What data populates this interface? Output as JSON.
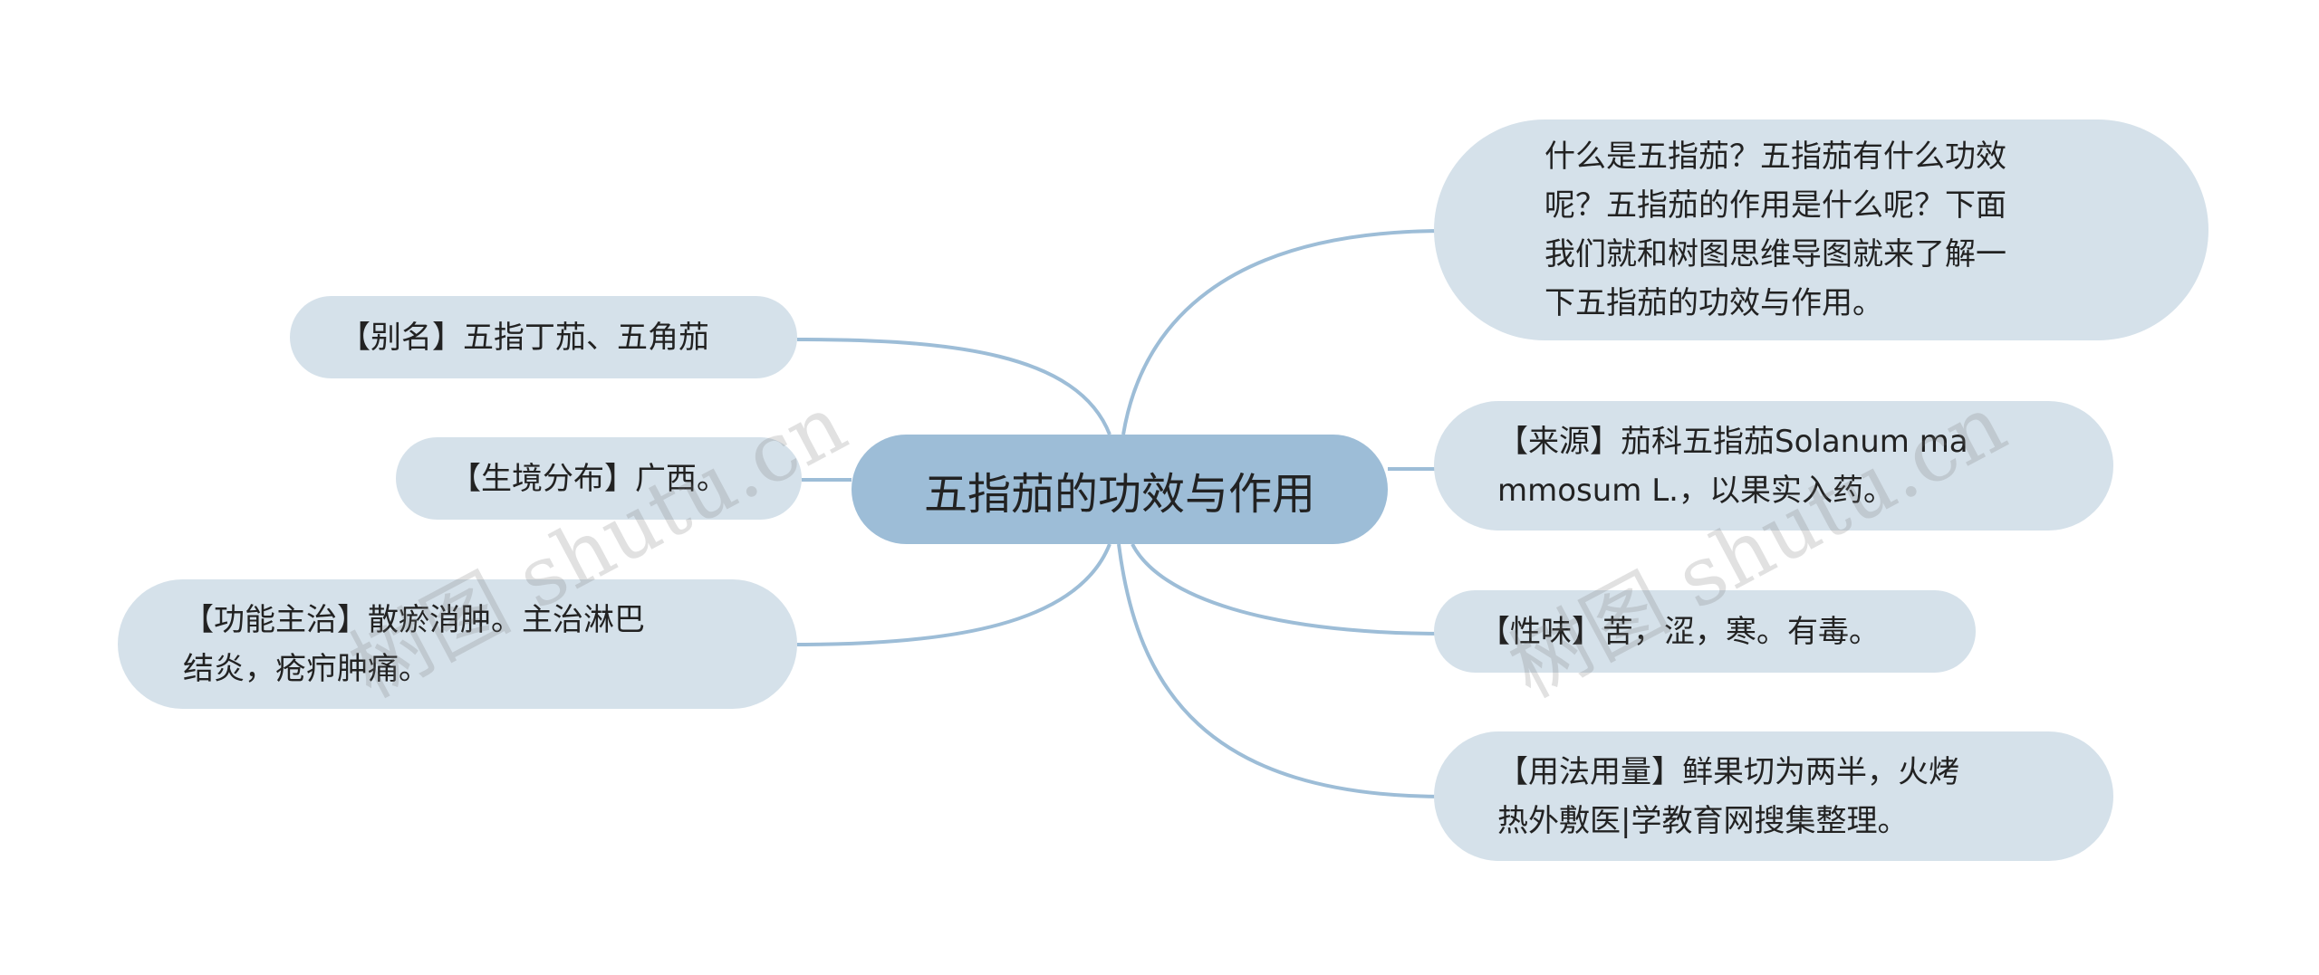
{
  "center": {
    "label": "五指茄的功效与作用"
  },
  "left_nodes": [
    {
      "text": "【别名】五指丁茄、五角茄"
    },
    {
      "text": "【生境分布】广西。"
    },
    {
      "text": "【功能主治】散瘀消肿。主治淋巴结炎，疮疖肿痛。",
      "lines": [
        "【功能主治】散瘀消肿。主治淋巴",
        "结炎，疮疖肿痛。"
      ]
    }
  ],
  "right_nodes": [
    {
      "lines": [
        "什么是五指茄？五指茄有什么功效",
        "呢？五指茄的作用是什么呢？下面",
        "我们就和树图思维导图就来了解一",
        "下五指茄的功效与作用。"
      ]
    },
    {
      "lines": [
        "【来源】茄科五指茄Solanum ma",
        "mmosum L.，以果实入药。"
      ]
    },
    {
      "lines": [
        "【性味】苦，涩，寒。有毒。"
      ]
    },
    {
      "lines": [
        "【用法用量】鲜果切为两半，火烤",
        "热外敷医|学教育网搜集整理。"
      ]
    }
  ],
  "watermark": "树图 shutu.cn",
  "colors": {
    "center_fill": "#9dbdd7",
    "node_fill": "#d5e1ea",
    "link": "#9dbdd7"
  }
}
